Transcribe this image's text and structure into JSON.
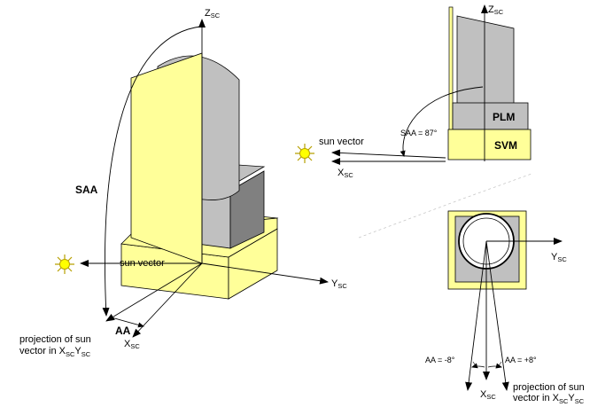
{
  "left_view": {
    "axis_z": {
      "main": "Z",
      "sub": "SC"
    },
    "axis_y": {
      "main": "Y",
      "sub": "SC"
    },
    "axis_x": {
      "main": "X",
      "sub": "SC"
    },
    "saa_label": "SAA",
    "sun_vector_label": "sun vector",
    "aa_label": "AA",
    "projection_line1": "projection of sun",
    "projection_line2_prefix": "vector in X",
    "projection_line2_sub1": "SC",
    "projection_line2_mid": "Y",
    "projection_line2_sub2": "SC"
  },
  "top_right_view": {
    "axis_z": {
      "main": "Z",
      "sub": "SC"
    },
    "axis_x": {
      "main": "X",
      "sub": "SC"
    },
    "plm_label": "PLM",
    "svm_label": "SVM",
    "saa_value": "SAA = 87°",
    "sun_vector_label": "sun vector"
  },
  "bottom_right_view": {
    "axis_y": {
      "main": "Y",
      "sub": "SC"
    },
    "axis_x": {
      "main": "X",
      "sub": "SC"
    },
    "aa_negative": "AA = -8°",
    "aa_positive": "AA = +8°",
    "projection_line1": "projection of sun",
    "projection_line2_prefix": "vector in X",
    "projection_line2_sub1": "SC",
    "projection_line2_mid": "Y",
    "projection_line2_sub2": "SC"
  },
  "colors": {
    "panel_yellow": "#ffff99",
    "plm_gray": "#c0c0c0",
    "dark_gray": "#808080",
    "sun_fill": "#ffff00",
    "sun_stroke": "#b8a000"
  },
  "icons": [
    "sun-icon"
  ]
}
